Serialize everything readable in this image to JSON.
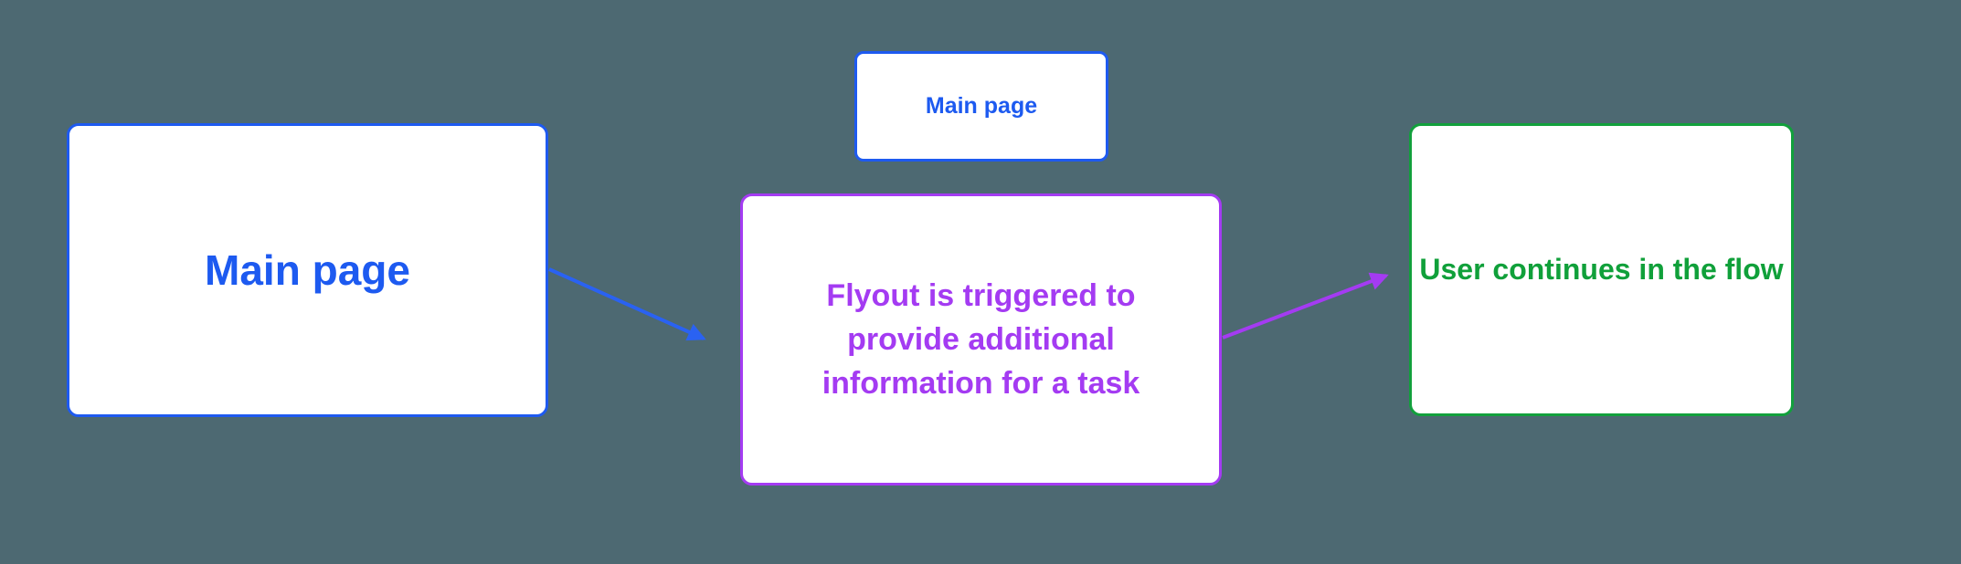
{
  "background_color": "#4D6972",
  "diagram": {
    "nodes": [
      {
        "id": "main-large",
        "label": "Main page",
        "text_color": "#1D5AF0",
        "border_color": "#1E5AF0",
        "fill": "#FFFFFF"
      },
      {
        "id": "main-small",
        "label": "Main page",
        "text_color": "#1D5AF0",
        "border_color": "#1E5AF0",
        "fill": "#FFFFFF"
      },
      {
        "id": "flyout",
        "label": "Flyout is triggered to\nprovide additional\ninformation for a task",
        "text_color": "#A43BF2",
        "border_color": "#A43BF2",
        "fill": "#FFFFFF"
      },
      {
        "id": "outcome",
        "label": "User continues in the flow",
        "text_color": "#10A03A",
        "border_color": "#12A03C",
        "fill": "#FFFFFF"
      }
    ],
    "edges": [
      {
        "from": "main-large",
        "to": "flyout",
        "color": "#2A62F2",
        "direction": "down-right"
      },
      {
        "from": "flyout",
        "to": "outcome",
        "color": "#A43BF2",
        "direction": "up-right"
      }
    ]
  }
}
